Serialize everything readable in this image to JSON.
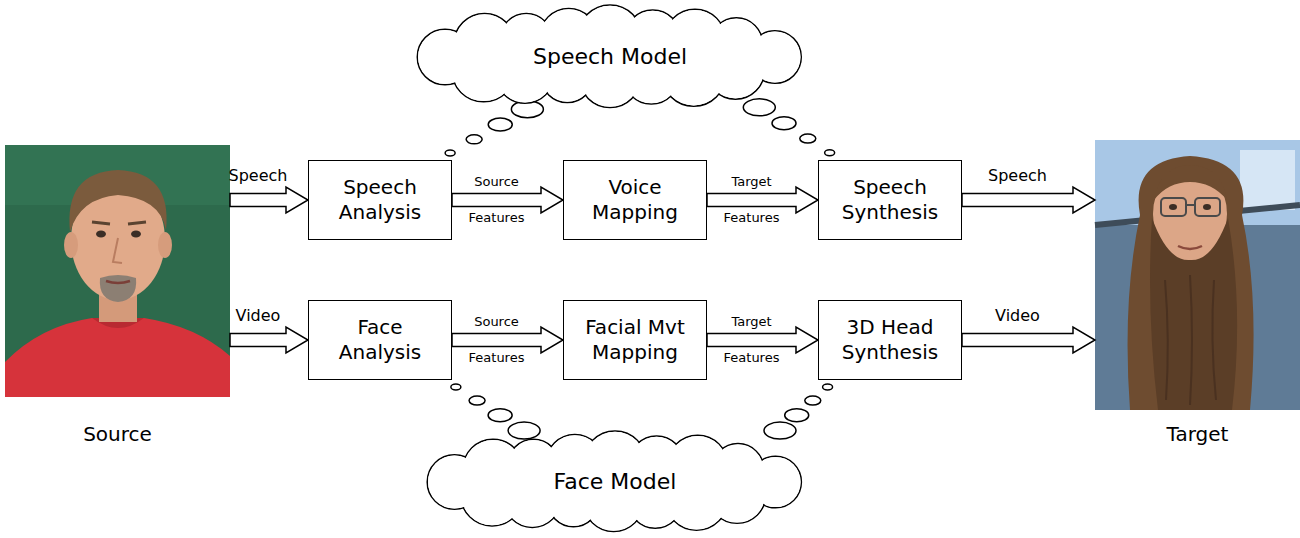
{
  "diagram": {
    "nodes": [
      {
        "text": [
          "Source"
        ]
      },
      {
        "text": [
          "Speech Model"
        ]
      },
      {
        "text": [
          "Speech Analysis"
        ]
      },
      {
        "text": [
          "Voice Mapping"
        ]
      },
      {
        "text": [
          "Speech Synthesis"
        ]
      },
      {
        "text": [
          "Face Analysis"
        ]
      },
      {
        "text": [
          "Facial Mvt Mapping"
        ]
      },
      {
        "text": [
          "3D Head Synthesis"
        ]
      },
      {
        "text": [
          "Face Model"
        ]
      },
      {
        "text": [
          "Target"
        ]
      }
    ],
    "edges": [
      {
        "from": 0,
        "to": 2,
        "label": "Speech",
        "arrow": "to"
      },
      {
        "from": 2,
        "to": 3,
        "label": "Source Features",
        "arrow": "to"
      },
      {
        "from": 3,
        "to": 4,
        "label": "Target Features",
        "arrow": "to"
      },
      {
        "from": 4,
        "to": 9,
        "label": "Speech",
        "arrow": "to"
      },
      {
        "from": 0,
        "to": 5,
        "label": "Video",
        "arrow": "to"
      },
      {
        "from": 5,
        "to": 6,
        "label": "Source Features",
        "arrow": "to"
      },
      {
        "from": 6,
        "to": 7,
        "label": "Target Features",
        "arrow": "to"
      },
      {
        "from": 7,
        "to": 9,
        "label": "Video",
        "arrow": "to"
      },
      {
        "from": 2,
        "to": 1,
        "arrow": "none"
      },
      {
        "from": 1,
        "to": 4,
        "arrow": "none"
      },
      {
        "from": 5,
        "to": 8,
        "arrow": "none"
      },
      {
        "from": 8,
        "to": 7,
        "arrow": "none"
      }
    ]
  }
}
